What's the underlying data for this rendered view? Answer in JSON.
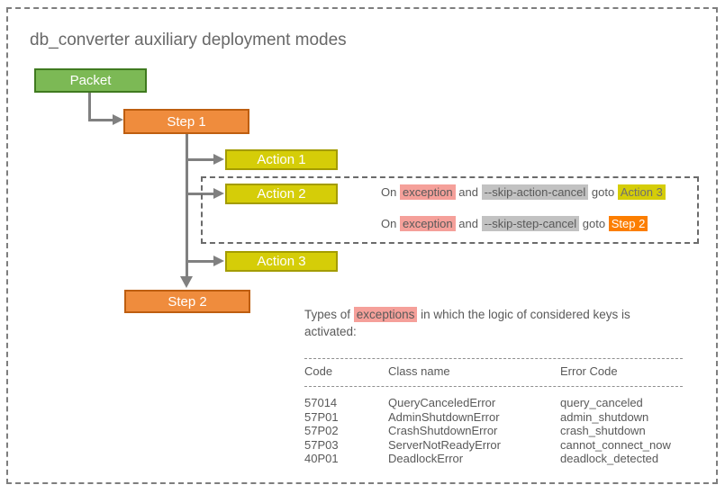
{
  "title": "db_converter auxiliary deployment modes",
  "nodes": {
    "packet": {
      "label": "Packet"
    },
    "step1": {
      "label": "Step 1"
    },
    "action1": {
      "label": "Action 1"
    },
    "action2": {
      "label": "Action 2"
    },
    "action3": {
      "label": "Action 3"
    },
    "step2": {
      "label": "Step 2"
    }
  },
  "rules": [
    {
      "on": "On",
      "exception": "exception",
      "and": "and",
      "flag": "--skip-action-cancel",
      "goto": "goto",
      "target": "Action 3"
    },
    {
      "on": "On",
      "exception": "exception",
      "and": "and",
      "flag": "--skip-step-cancel",
      "goto": "goto",
      "target": "Step 2"
    }
  ],
  "note": {
    "prefix": "Types of",
    "highlight": "exceptions",
    "suffix": "in which the logic of considered keys is",
    "line2": "activated:"
  },
  "table": {
    "headers": [
      "Code",
      "Class name",
      "Error Code"
    ],
    "rows": [
      [
        "57014",
        "QueryCanceledError",
        "query_canceled"
      ],
      [
        "57P01",
        "AdminShutdownError",
        "admin_shutdown"
      ],
      [
        "57P02",
        "CrashShutdownError",
        "crash_shutdown"
      ],
      [
        "57P03",
        "ServerNotReadyError",
        "cannot_connect_now"
      ],
      [
        "40P01",
        "DeadlockError",
        "deadlock_detected"
      ]
    ]
  },
  "colors": {
    "green_fill": "#7CB955",
    "green_border": "#3F7A1F",
    "orange_fill": "#EF8C3D",
    "orange_border": "#BE5E10",
    "yellow_fill": "#D5CD08",
    "yellow_border": "#A39C00",
    "pink_highlight": "#F5A09A",
    "gray_highlight": "#C2C2C2",
    "orange_highlight": "#FC7E00",
    "text": "#595959",
    "arrow": "#808080"
  }
}
